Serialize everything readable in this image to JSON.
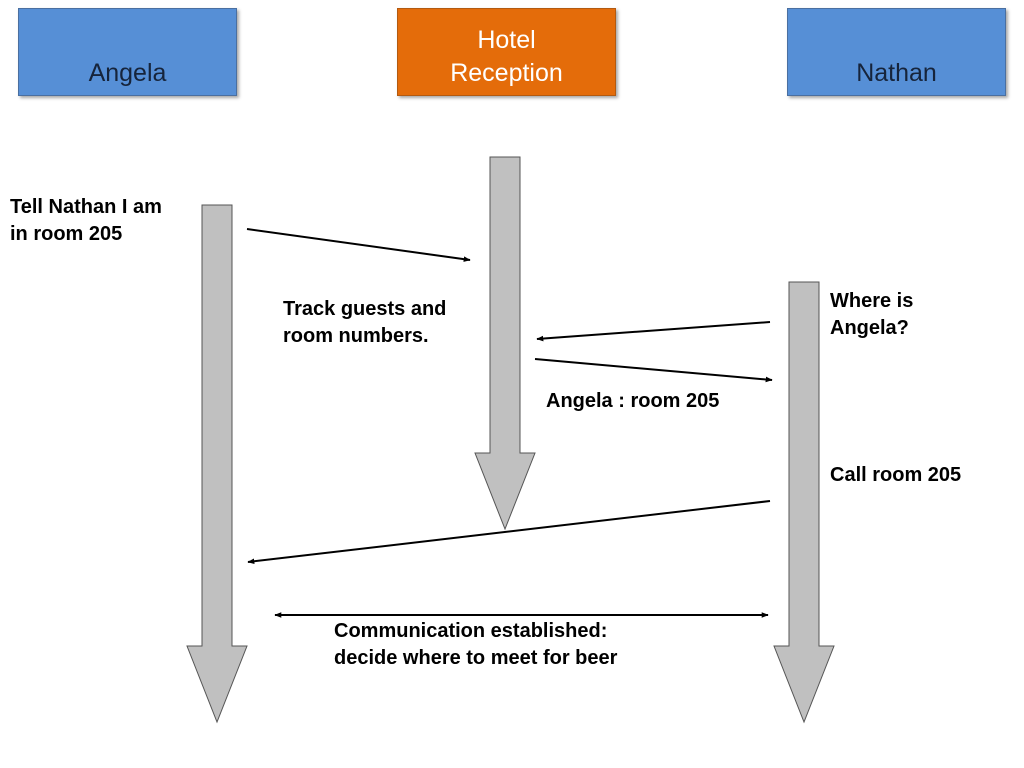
{
  "actors": {
    "angela": {
      "name": "Angela",
      "color": "#568fd6"
    },
    "hotel": {
      "line1": "Hotel",
      "line2": "Reception",
      "color": "#e46c0a"
    },
    "nathan": {
      "name": "Nathan",
      "color": "#568fd6"
    }
  },
  "messages": {
    "tell_nathan": {
      "line1": "Tell Nathan I am",
      "line2": "in room 205"
    },
    "track_guests": {
      "line1": "Track guests and",
      "line2": "room numbers."
    },
    "where_is": {
      "line1": "Where is",
      "line2": "Angela?"
    },
    "angela_room": "Angela : room 205",
    "call_room": "Call room 205",
    "communication": {
      "line1": "Communication established:",
      "line2": "decide where to meet for beer"
    }
  },
  "colors": {
    "lifeline_fill": "#c0c0c0",
    "lifeline_stroke": "#555555",
    "arrow": "#000000"
  }
}
